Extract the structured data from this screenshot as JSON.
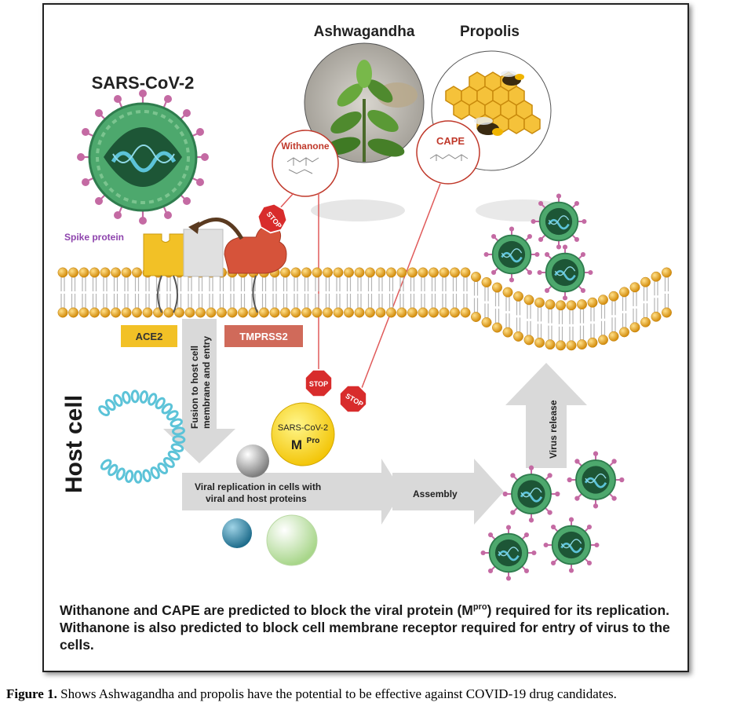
{
  "labels": {
    "virus": "SARS-CoV-2",
    "spike_protein": "Spike protein",
    "ashwagandha": "Ashwagandha",
    "propolis": "Propolis",
    "withanone": "Withanone",
    "cape": "CAPE",
    "stop": "STOP",
    "ace2": "ACE2",
    "tmprss2": "TMPRSS2",
    "fusion_line1": "Fusion to host cell",
    "fusion_line2": "membrane and entry",
    "host_cell": "Host cell",
    "mpro_line1": "SARS-CoV-2",
    "mpro_main": "M",
    "mpro_sup": "Pro",
    "replication_line1": "Viral replication in cells with",
    "replication_line2": "viral and host proteins",
    "assembly": "Assembly",
    "virus_release": "Virus release"
  },
  "caption": {
    "part1": "Withanone and CAPE  are predicted to block the viral protein (M",
    "sup": "pro",
    "part2": ") required for its replication. Withanone is also predicted to block cell membrane receptor required for entry of virus to the cells."
  },
  "figure_caption": {
    "label": "Figure 1.",
    "text": " Shows Ashwagandha and propolis have the potential to be effective against COVID-19 drug candidates."
  },
  "colors": {
    "membrane_bead": "#e8a21a",
    "virus_green": "#3f9e63",
    "virus_core": "#1d5636",
    "spike_pink": "#c46aa3",
    "ace2": "#f2c126",
    "tmprss2": "#d6533a",
    "stop_red": "#d82c2c",
    "rna_teal": "#5cc3d8",
    "arrow_grey": "#d9d9d9"
  }
}
